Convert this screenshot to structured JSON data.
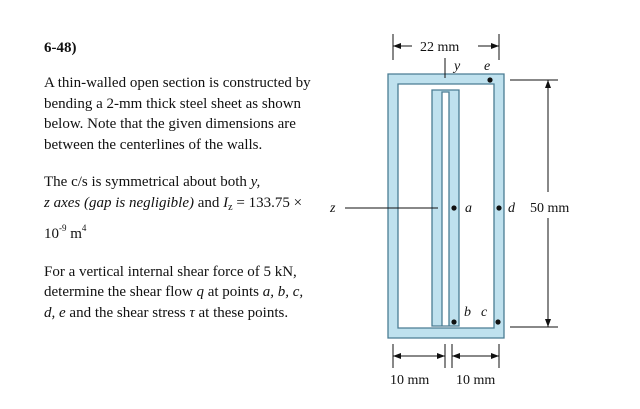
{
  "problem": {
    "number": "6-48)",
    "para1": "A thin-walled open section is constructed by bending a 2-mm thick steel sheet as shown below. Note that the given dimensions are between the centerlines of the walls.",
    "para2": {
      "start": "The c/s is symmetrical about both ",
      "y": "y,",
      "axes": "z axes (gap is negligible)",
      "and": " and ",
      "I": "I",
      "Isub": "z",
      "eq": " = 133.75 × 10",
      "exp": "-9",
      "unit": " m",
      "unitexp": "4"
    },
    "para3": {
      "start": "For a vertical internal shear force of 5 kN, determine the shear flow ",
      "q": "q",
      "mid": " at points ",
      "points": "a, b, c, d, e",
      "and": " and the shear stress ",
      "tau": "τ",
      "end": " at these points."
    }
  },
  "figure": {
    "dim_top": "22 mm",
    "dim_right": "50 mm",
    "dim_bottom_left": "10 mm",
    "dim_bottom_right": "10 mm",
    "axis_y": "y",
    "axis_z": "z",
    "point_a": "a",
    "point_b": "b",
    "point_c": "c",
    "point_d": "d",
    "point_e": "e",
    "colors": {
      "wall_fill": "#bfe1ee",
      "wall_stroke": "#4a7c93"
    }
  }
}
